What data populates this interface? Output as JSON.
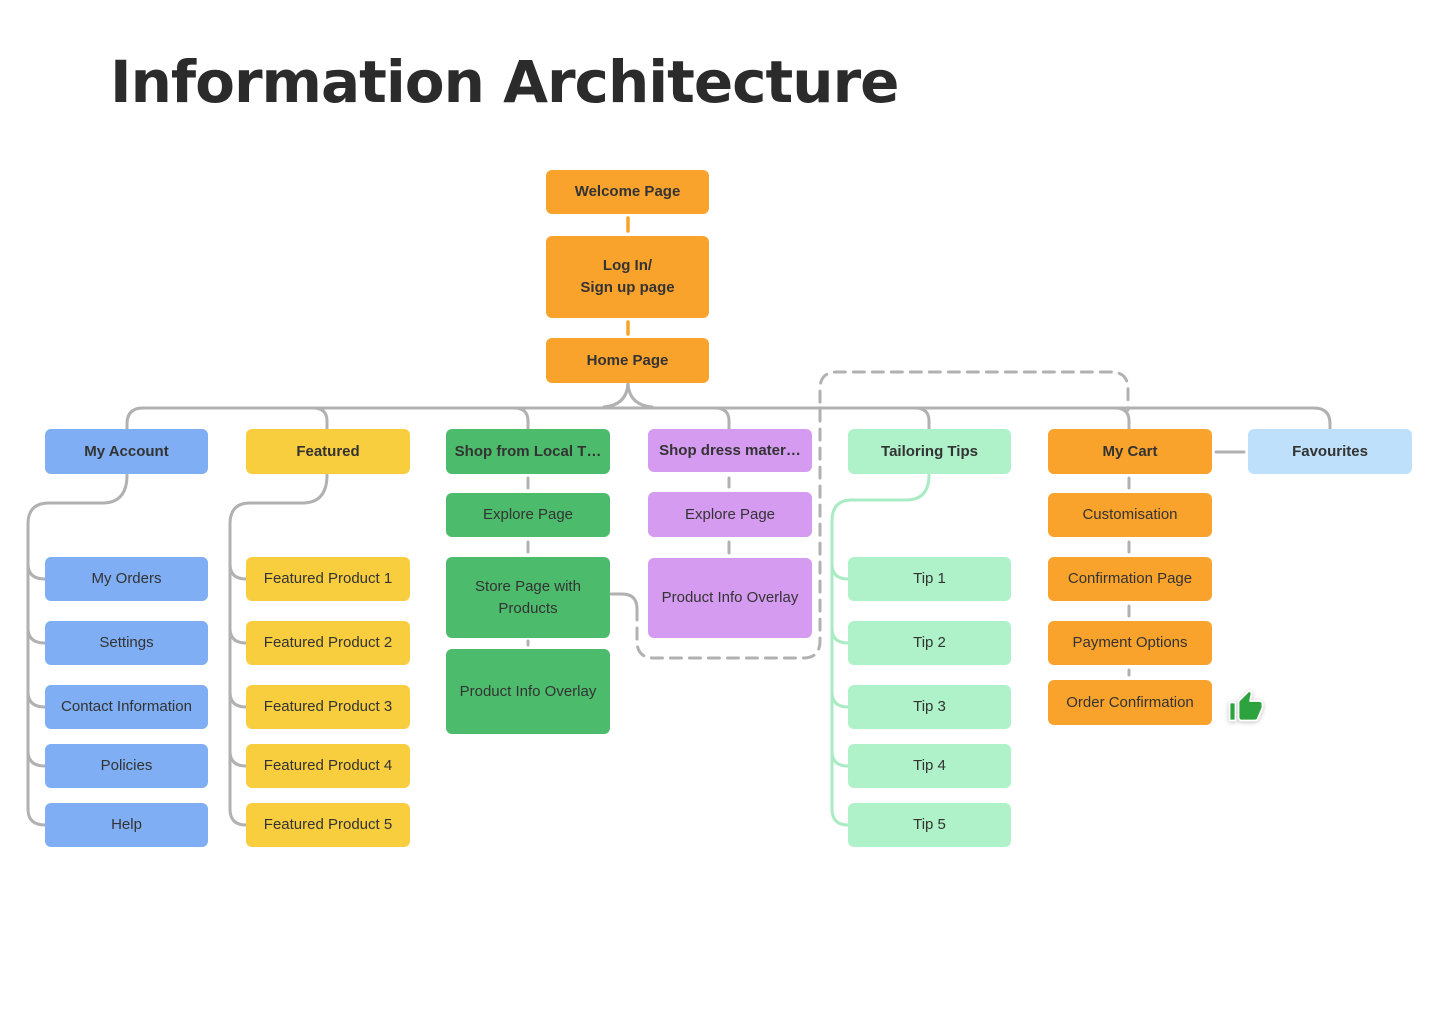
{
  "title": "Information Architecture",
  "palette": {
    "orange": "#F9A32C",
    "blue": "#7FAEF4",
    "yellow": "#F8CE3F",
    "green": "#4DBB6C",
    "purple": "#D59BF0",
    "mint": "#AFF1C8",
    "light_blue": "#BEE0FA",
    "connector_gray": "#B1B1B1",
    "connector_mint": "#A9ECC4",
    "sticker_green": "#2CA33E",
    "text": "#333333"
  },
  "top_chain": {
    "welcome": "Welcome Page",
    "login": "Log In/\nSign up page",
    "home": "Home Page"
  },
  "columns": {
    "account": {
      "header": "My Account",
      "items": [
        "My Orders",
        "Settings",
        "Contact Information",
        "Policies",
        "Help"
      ]
    },
    "featured": {
      "header": "Featured",
      "items": [
        "Featured Product 1",
        "Featured Product 2",
        "Featured Product 3",
        "Featured Product 4",
        "Featured Product 5"
      ]
    },
    "shop_local": {
      "header": "Shop from Local T…",
      "items": [
        "Explore Page",
        "Store Page with Products",
        "Product Info Overlay"
      ]
    },
    "shop_dress": {
      "header": "Shop dress mater…",
      "items": [
        "Explore Page",
        "Product Info Overlay"
      ]
    },
    "tips": {
      "header": "Tailoring Tips",
      "items": [
        "Tip 1",
        "Tip 2",
        "Tip 3",
        "Tip 4",
        "Tip 5"
      ]
    },
    "cart": {
      "header": "My Cart",
      "items": [
        "Customisation",
        "Confirmation Page",
        "Payment Options",
        "Order Confirmation"
      ]
    },
    "favourites": {
      "header": "Favourites"
    }
  },
  "sticker": {
    "name": "thumbs-up"
  }
}
